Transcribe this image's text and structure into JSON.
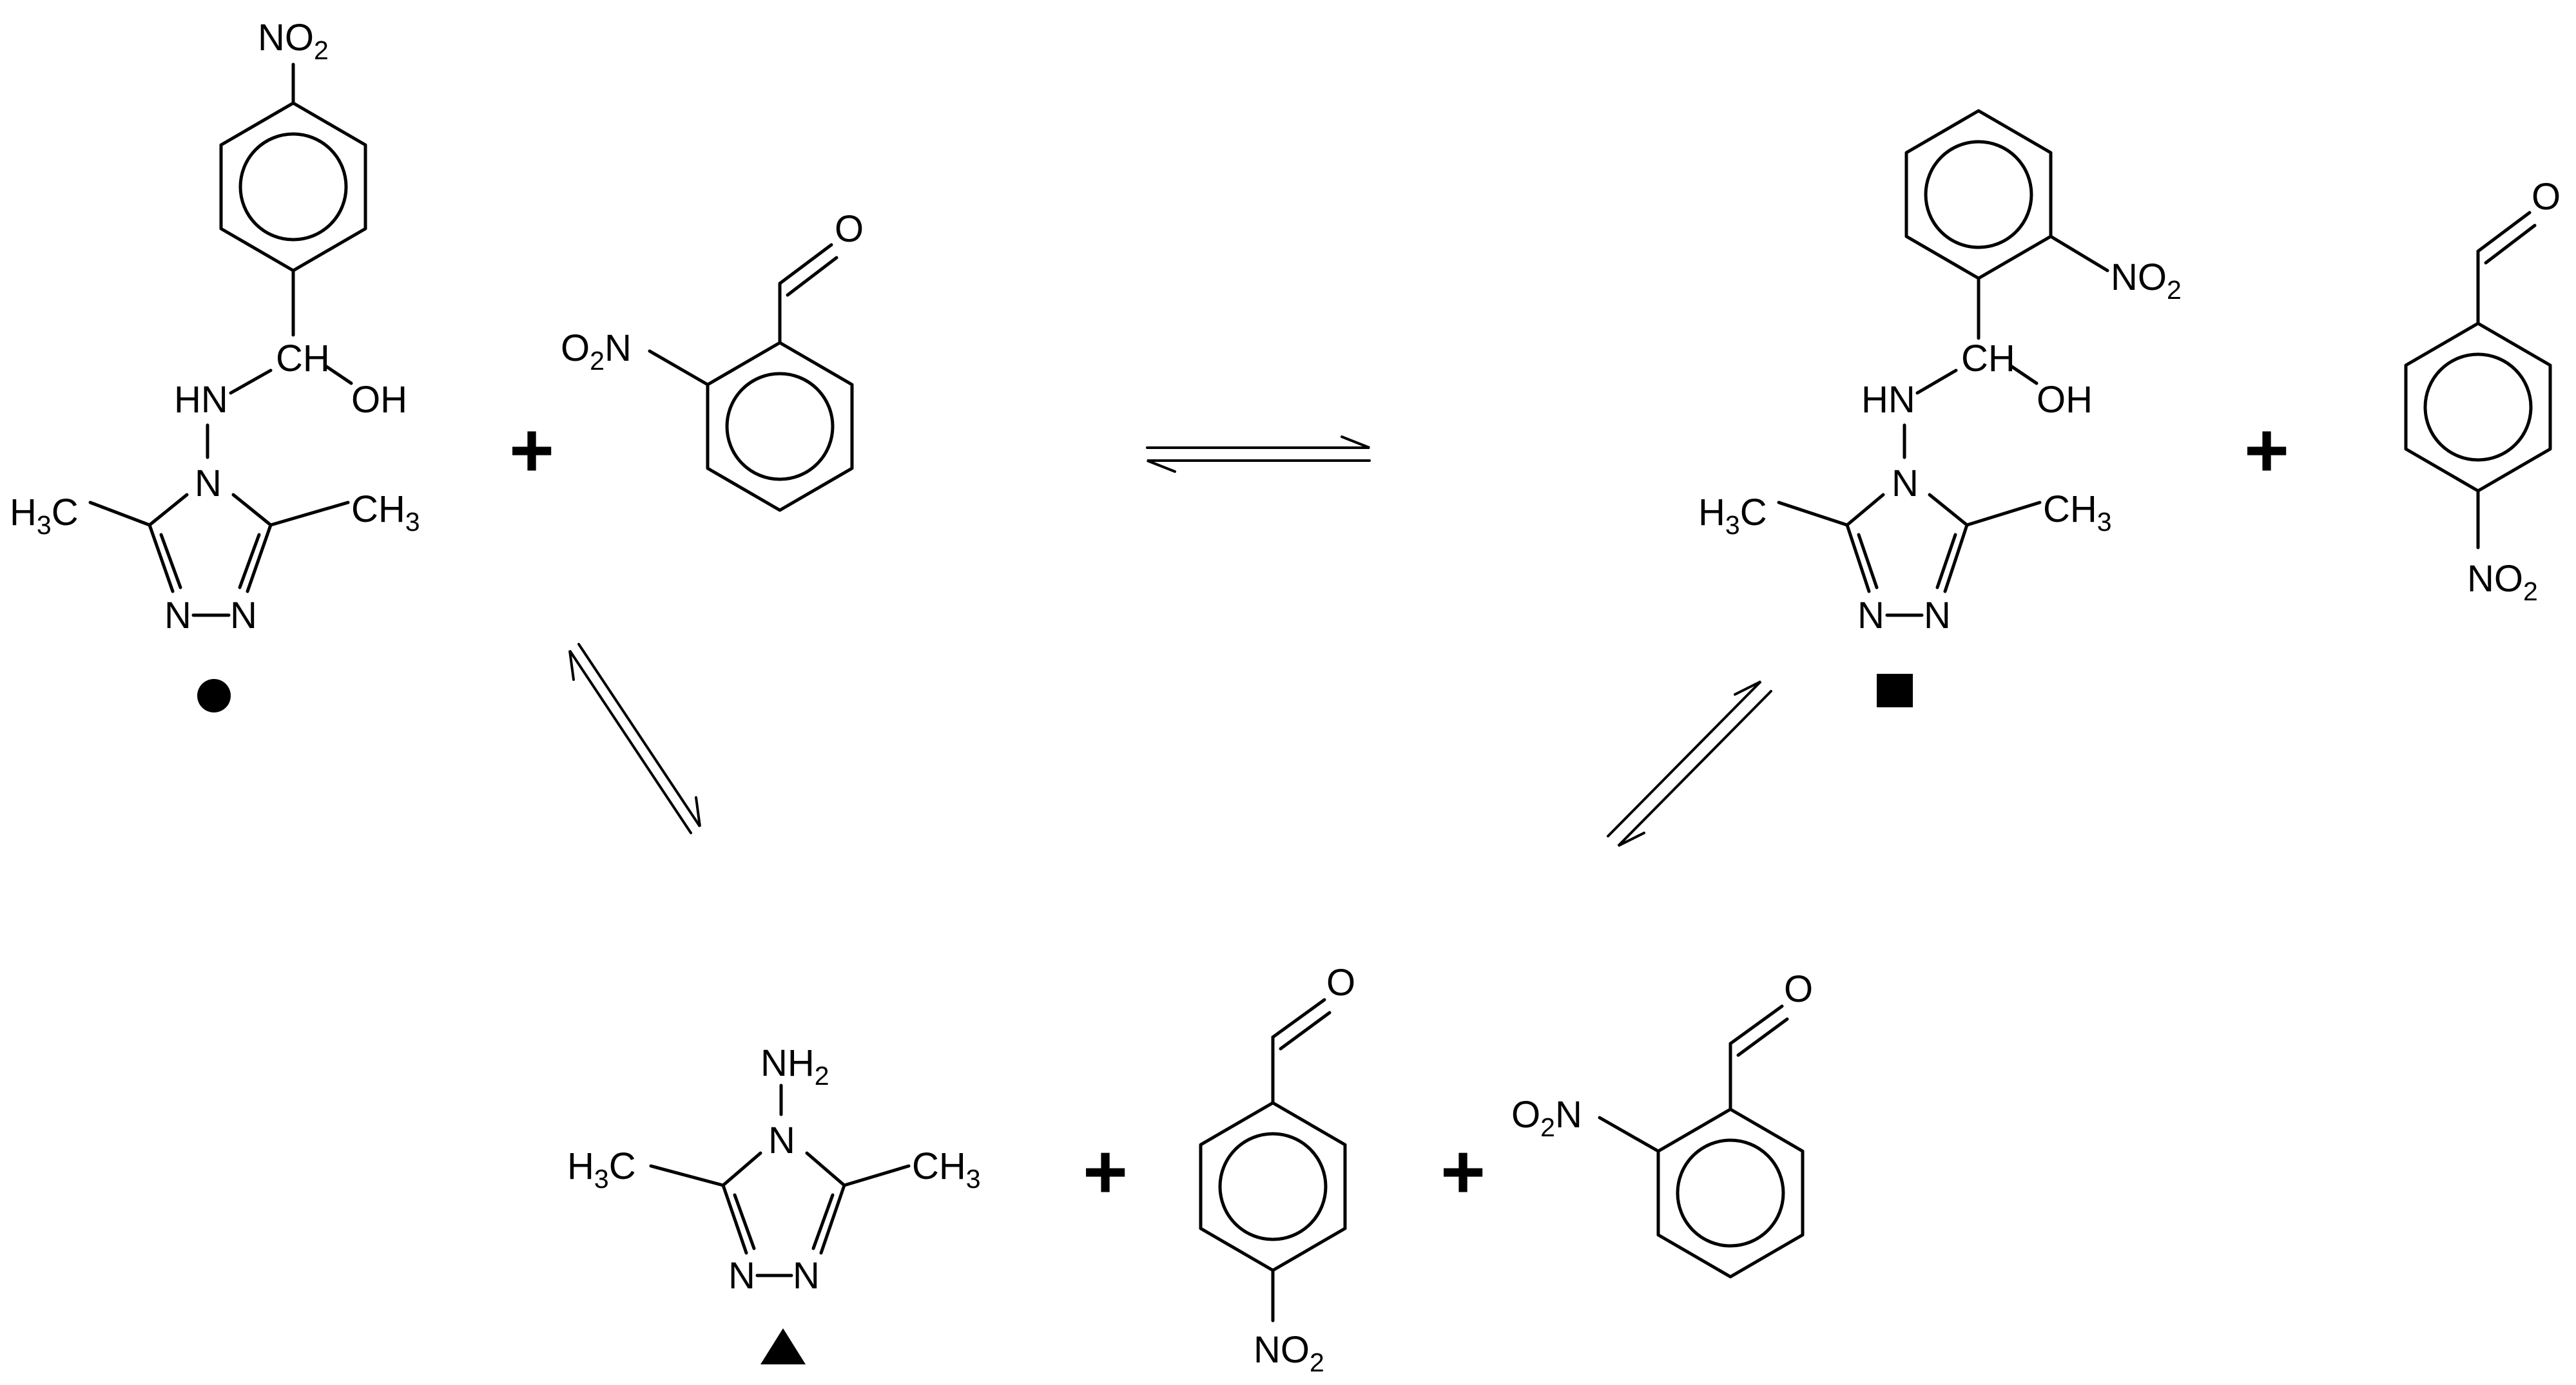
{
  "molecules": {
    "adduct_para": {
      "nitro": [
        "NO",
        "2"
      ],
      "ch": "CH",
      "hn": "HN",
      "oh": "OH",
      "n_ring": "N",
      "me_left": [
        "H",
        "3",
        "C"
      ],
      "me_right": [
        "CH",
        "3"
      ],
      "n_left": "N",
      "n_right": "N"
    },
    "aldehyde_ortho_top": {
      "oxygen": "O",
      "nitro": [
        "O",
        "2",
        "N"
      ]
    },
    "adduct_ortho": {
      "nitro": [
        "NO",
        "2"
      ],
      "ch": "CH",
      "hn": "HN",
      "oh": "OH",
      "n_ring": "N",
      "me_left": [
        "H",
        "3",
        "C"
      ],
      "me_right": [
        "CH",
        "3"
      ],
      "n_left": "N",
      "n_right": "N"
    },
    "aldehyde_para_top": {
      "oxygen": "O",
      "nitro": [
        "NO",
        "2"
      ]
    },
    "aminotriazole": {
      "amine": [
        "NH",
        "2"
      ],
      "n_ring": "N",
      "me_left": [
        "H",
        "3",
        "C"
      ],
      "me_right": [
        "CH",
        "3"
      ],
      "n_left": "N",
      "n_right": "N"
    },
    "aldehyde_para_bottom": {
      "oxygen": "O",
      "nitro": [
        "NO",
        "2"
      ]
    },
    "aldehyde_ortho_bottom": {
      "oxygen": "O",
      "nitro": [
        "O",
        "2",
        "N"
      ]
    }
  },
  "plus_signs": [
    "+",
    "+",
    "+",
    "+"
  ],
  "markers": [
    {
      "shape": "circle",
      "icon": "filled-circle-icon"
    },
    {
      "shape": "square",
      "icon": "filled-square-icon"
    },
    {
      "shape": "triangle",
      "icon": "filled-triangle-icon"
    }
  ]
}
